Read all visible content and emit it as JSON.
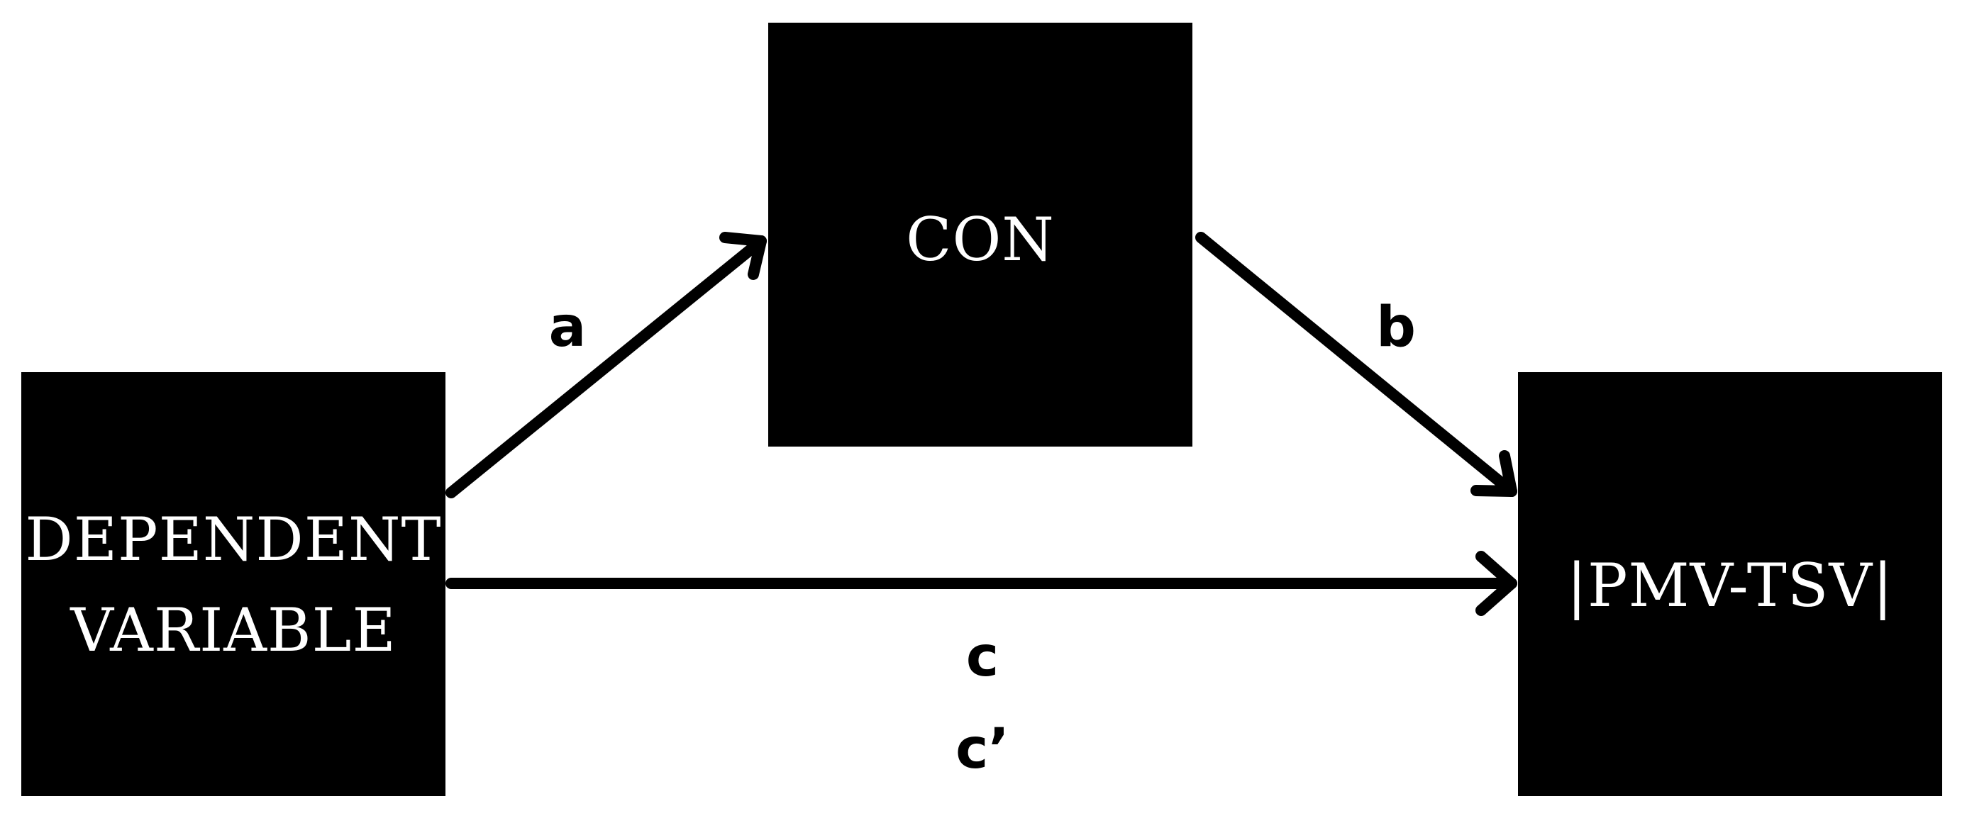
{
  "nodes": {
    "independent": {
      "lines": [
        "DEPENDENT",
        "VARIABLE"
      ]
    },
    "mediator": {
      "label": "CON"
    },
    "outcome": {
      "label": "|PMV-TSV|"
    }
  },
  "paths": {
    "a": "a",
    "b": "b",
    "c": "c",
    "c_prime": "c’"
  },
  "colors": {
    "box_fill": "#000000",
    "box_text": "#ffffff",
    "arrow": "#000000",
    "background": "#ffffff"
  }
}
